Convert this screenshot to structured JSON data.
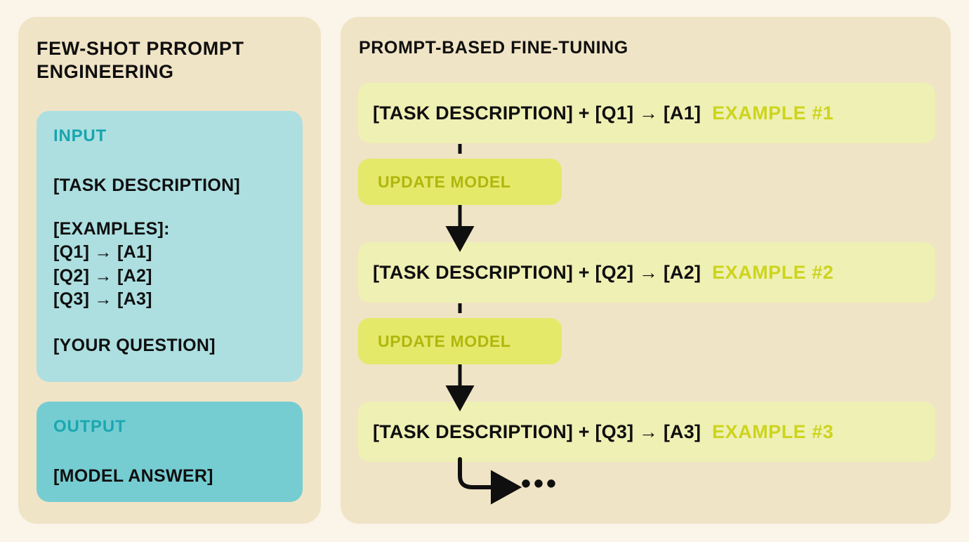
{
  "colors": {
    "page_background": "#faf4e9",
    "panel_background": "#f0e4c6",
    "input_card": "#addfe1",
    "output_card": "#75cdd2",
    "io_label_teal": "#17a5ae",
    "example_row": "#eff0b4",
    "update_pill": "#e4e96a",
    "update_pill_text": "#b0b70c",
    "example_tag": "#cdd41d",
    "text_dark": "#0f0f0f"
  },
  "left_panel": {
    "title": "FEW-SHOT PRROMPT ENGINEERING",
    "input_card": {
      "label": "INPUT",
      "task_line": "[TASK DESCRIPTION]",
      "examples_heading": "[EXAMPLES]:",
      "example_lines": [
        "[Q1] → [A1]",
        "[Q2] → [A2]",
        "[Q3] → [A3]"
      ],
      "question_line": "[YOUR QUESTION]"
    },
    "output_card": {
      "label": "OUTPUT",
      "answer_line": "[MODEL ANSWER]"
    }
  },
  "right_panel": {
    "title": "PROMPT-BASED FINE-TUNING",
    "rows": [
      {
        "text": "[TASK DESCRIPTION] + [Q1] → [A1]",
        "tag": "EXAMPLE #1"
      },
      {
        "text": "[TASK DESCRIPTION] + [Q2] → [A2]",
        "tag": "EXAMPLE #2"
      },
      {
        "text": "[TASK DESCRIPTION] + [Q3] → [A3]",
        "tag": "EXAMPLE #3"
      }
    ],
    "update_pills": [
      {
        "label": "UPDATE MODEL"
      },
      {
        "label": "UPDATE MODEL"
      }
    ],
    "continuation": "•••",
    "flow_arrows": [
      {
        "kind": "dashed-down-arrow",
        "from_row": 1,
        "to_row": 2
      },
      {
        "kind": "dashed-down-arrow",
        "from_row": 2,
        "to_row": 3
      },
      {
        "kind": "curved-elbow-arrow",
        "from_row": 3,
        "to": "continuation"
      }
    ]
  }
}
